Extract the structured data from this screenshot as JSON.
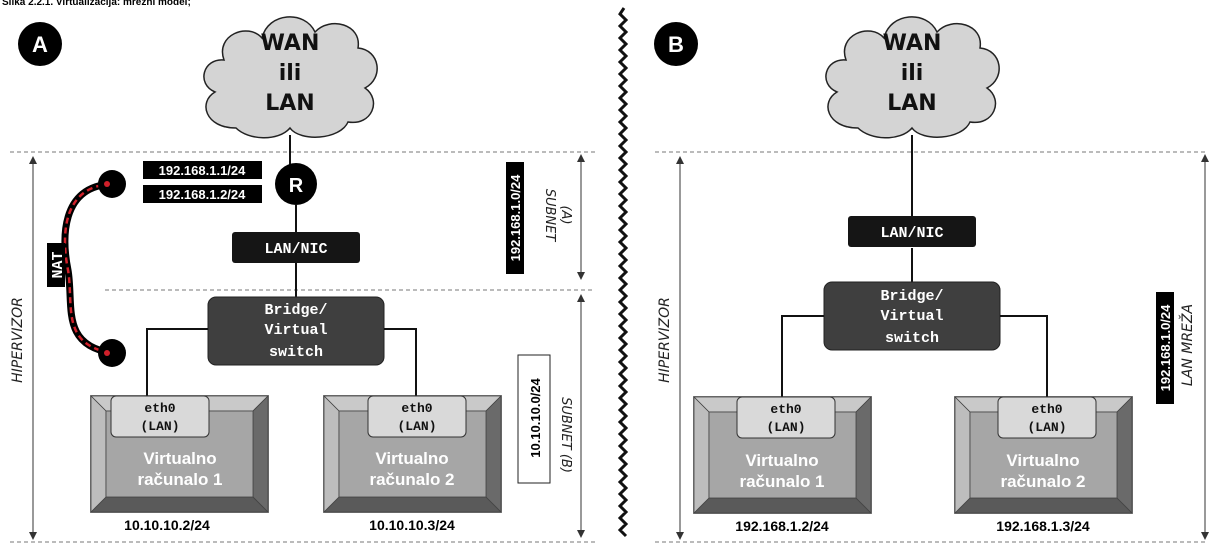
{
  "caption": "Slika 2.2.1. Virtualizacija: mrežni model;",
  "panel_a": {
    "badge": "A",
    "cloud": [
      "WAN",
      "ili",
      "LAN"
    ],
    "router": "R",
    "nat_ips": [
      "192.168.1.1/24",
      "192.168.1.2/24"
    ],
    "nat_label": "NAT",
    "lan_nic": "LAN/NIC",
    "bridge": [
      "Bridge/",
      "Virtual",
      "switch"
    ],
    "hypervisor": "HIPERVIZOR",
    "subnet_a_ip": "192.168.1.0/24",
    "subnet_a_label": [
      "SUBNET",
      "(A)"
    ],
    "subnet_b_ip": "10.10.10.0/24",
    "subnet_b_label": "SUBNET (B)",
    "vms": [
      {
        "iface": [
          "eth0",
          "(LAN)"
        ],
        "name": [
          "Virtualno",
          "računalo 1"
        ],
        "ip": "10.10.10.2/24"
      },
      {
        "iface": [
          "eth0",
          "(LAN)"
        ],
        "name": [
          "Virtualno",
          "računalo 2"
        ],
        "ip": "10.10.10.3/24"
      }
    ]
  },
  "panel_b": {
    "badge": "B",
    "cloud": [
      "WAN",
      "ili",
      "LAN"
    ],
    "lan_nic": "LAN/NIC",
    "bridge": [
      "Bridge/",
      "Virtual",
      "switch"
    ],
    "hypervisor": "HIPERVIZOR",
    "lan_ip": "192.168.1.0/24",
    "lan_label": "LAN MREŽA",
    "vms": [
      {
        "iface": [
          "eth0",
          "(LAN)"
        ],
        "name": [
          "Virtualno",
          "računalo 1"
        ],
        "ip": "192.168.1.2/24"
      },
      {
        "iface": [
          "eth0",
          "(LAN)"
        ],
        "name": [
          "Virtualno",
          "računalo 2"
        ],
        "ip": "192.168.1.3/24"
      }
    ]
  },
  "colors": {
    "dark_box": "#151515",
    "bridge_fill": "#3f3f3f",
    "vm_fill": "#a6a6a6",
    "iface_fill": "#d9d9d9",
    "cloud_fill": "#d4d4d4",
    "nat_red": "#d0202a"
  }
}
